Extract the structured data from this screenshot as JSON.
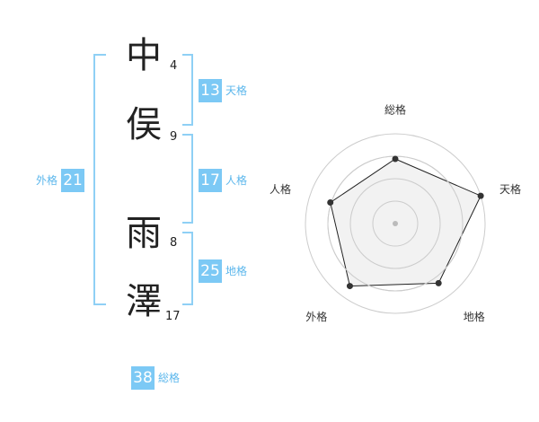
{
  "name": {
    "chars": [
      {
        "char": "中",
        "strokes": "4"
      },
      {
        "char": "俣",
        "strokes": "9"
      },
      {
        "char": "雨",
        "strokes": "8"
      },
      {
        "char": "澤",
        "strokes": "17"
      }
    ]
  },
  "fortunes": {
    "tenkaku": {
      "value": "13",
      "label": "天格"
    },
    "jinkaku": {
      "value": "17",
      "label": "人格"
    },
    "chikaku": {
      "value": "25",
      "label": "地格"
    },
    "gaikaku": {
      "value": "21",
      "label": "外格"
    },
    "soukaku": {
      "value": "38",
      "label": "総格"
    }
  },
  "chart_data": {
    "type": "radar",
    "axes": [
      "総格",
      "天格",
      "地格",
      "外格",
      "人格"
    ],
    "values": [
      0.72,
      1.0,
      0.82,
      0.86,
      0.76
    ],
    "rings": 4,
    "colors": {
      "fill": "#f0f0f0",
      "line": "#222222",
      "ring": "#cccccc",
      "center": "#bbbbbb"
    }
  }
}
